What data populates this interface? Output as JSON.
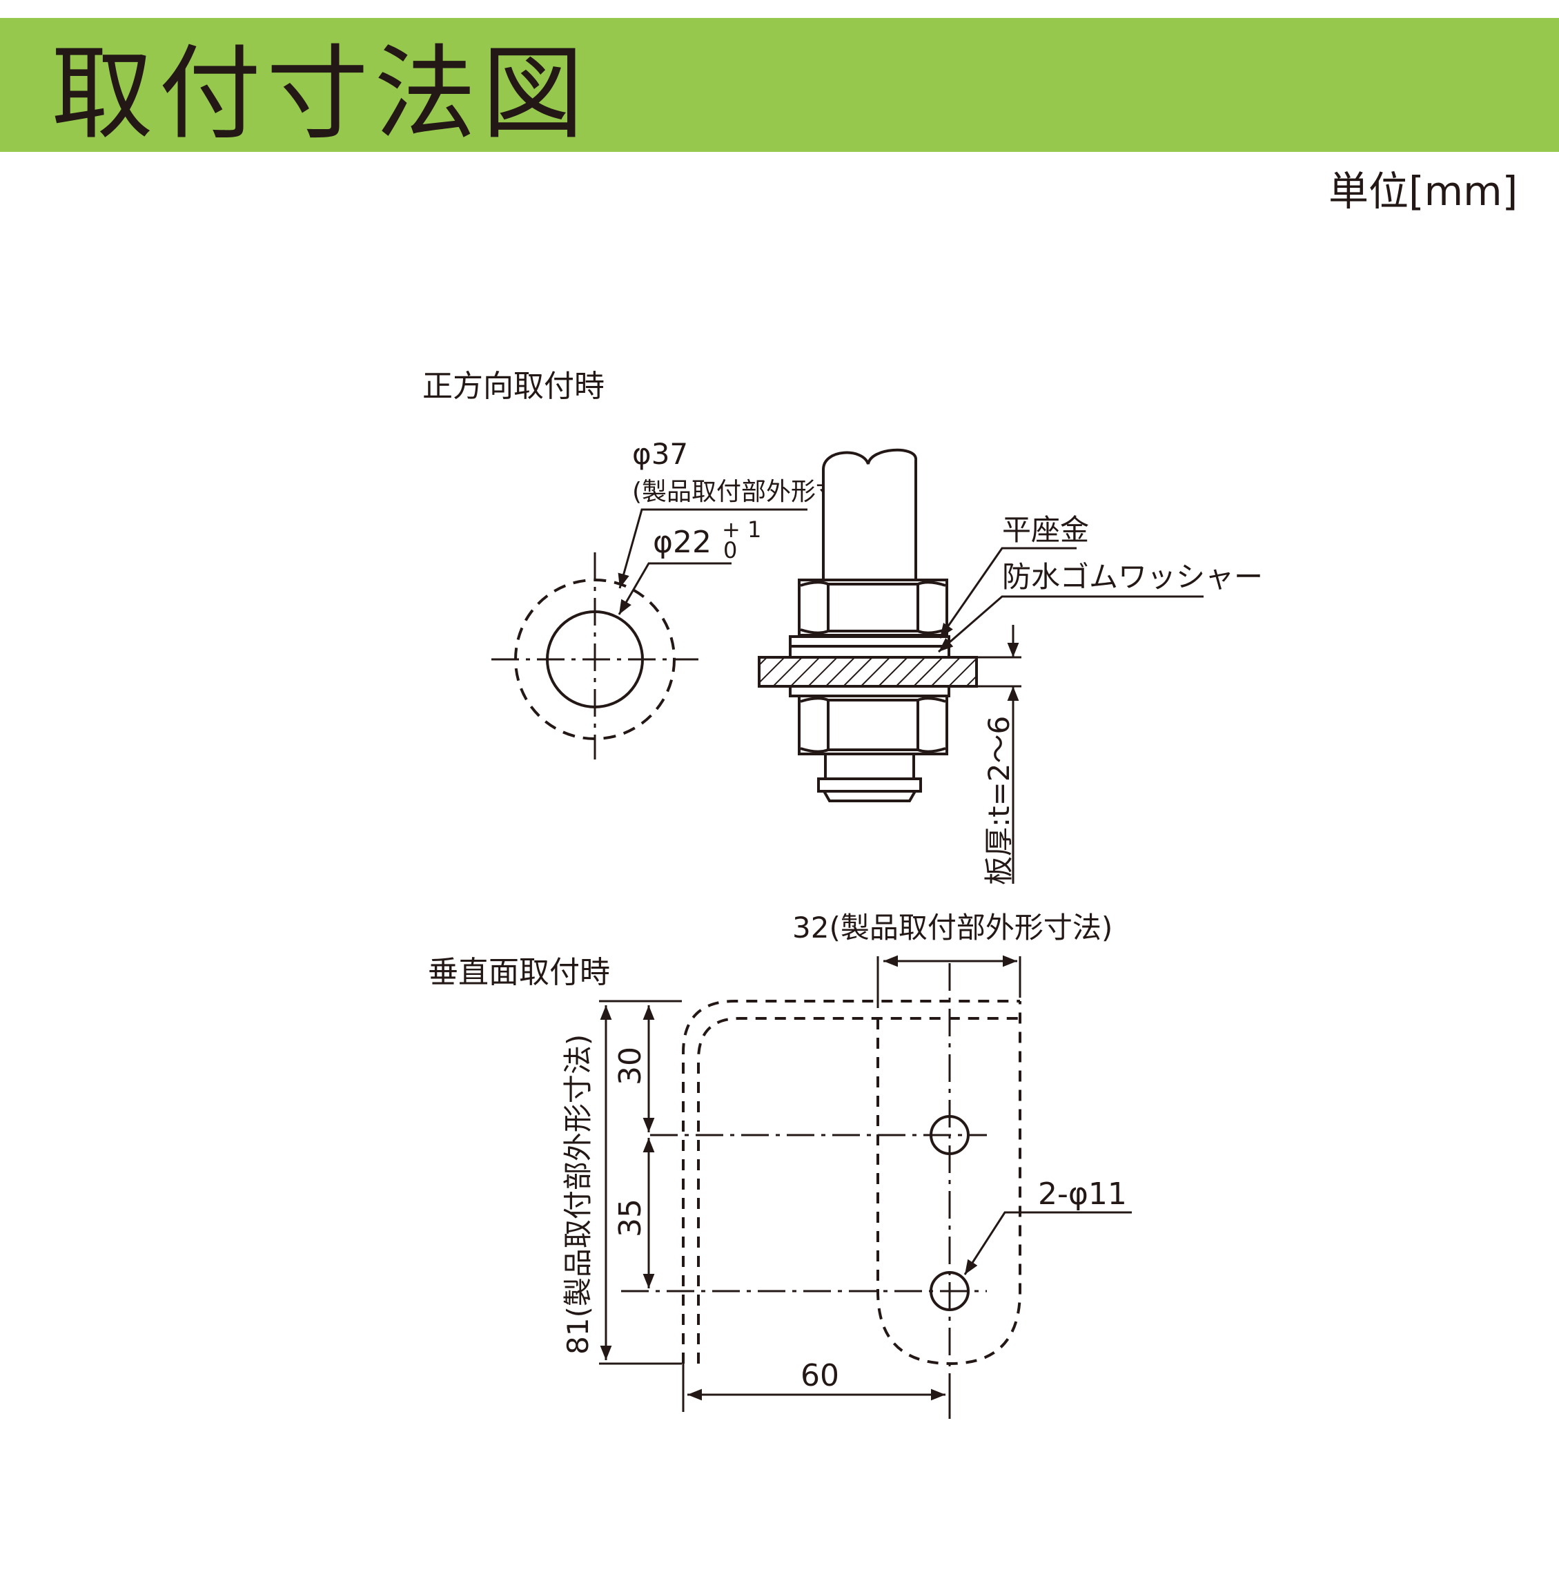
{
  "header": {
    "title": "取付寸法図",
    "unit": "単位[mm]",
    "banner_color": "#96c84e"
  },
  "front_view": {
    "heading": "正方向取付時",
    "outer_diameter": "φ37",
    "outer_note": "(製品取付部外形寸法)",
    "hole_diameter": "φ22",
    "tolerance_upper": "+ 1",
    "tolerance_lower": "0",
    "washer_label": "平座金",
    "rubber_washer_label": "防水ゴムワッシャー",
    "thickness_label": "板厚:t=2〜6"
  },
  "vertical_view": {
    "heading": "垂直面取付時",
    "width_label": "32(製品取付部外形寸法)",
    "height_label": "81(製品取付部外形寸法)",
    "dim_30": "30",
    "dim_35": "35",
    "dim_60": "60",
    "holes_label": "2-φ11"
  }
}
